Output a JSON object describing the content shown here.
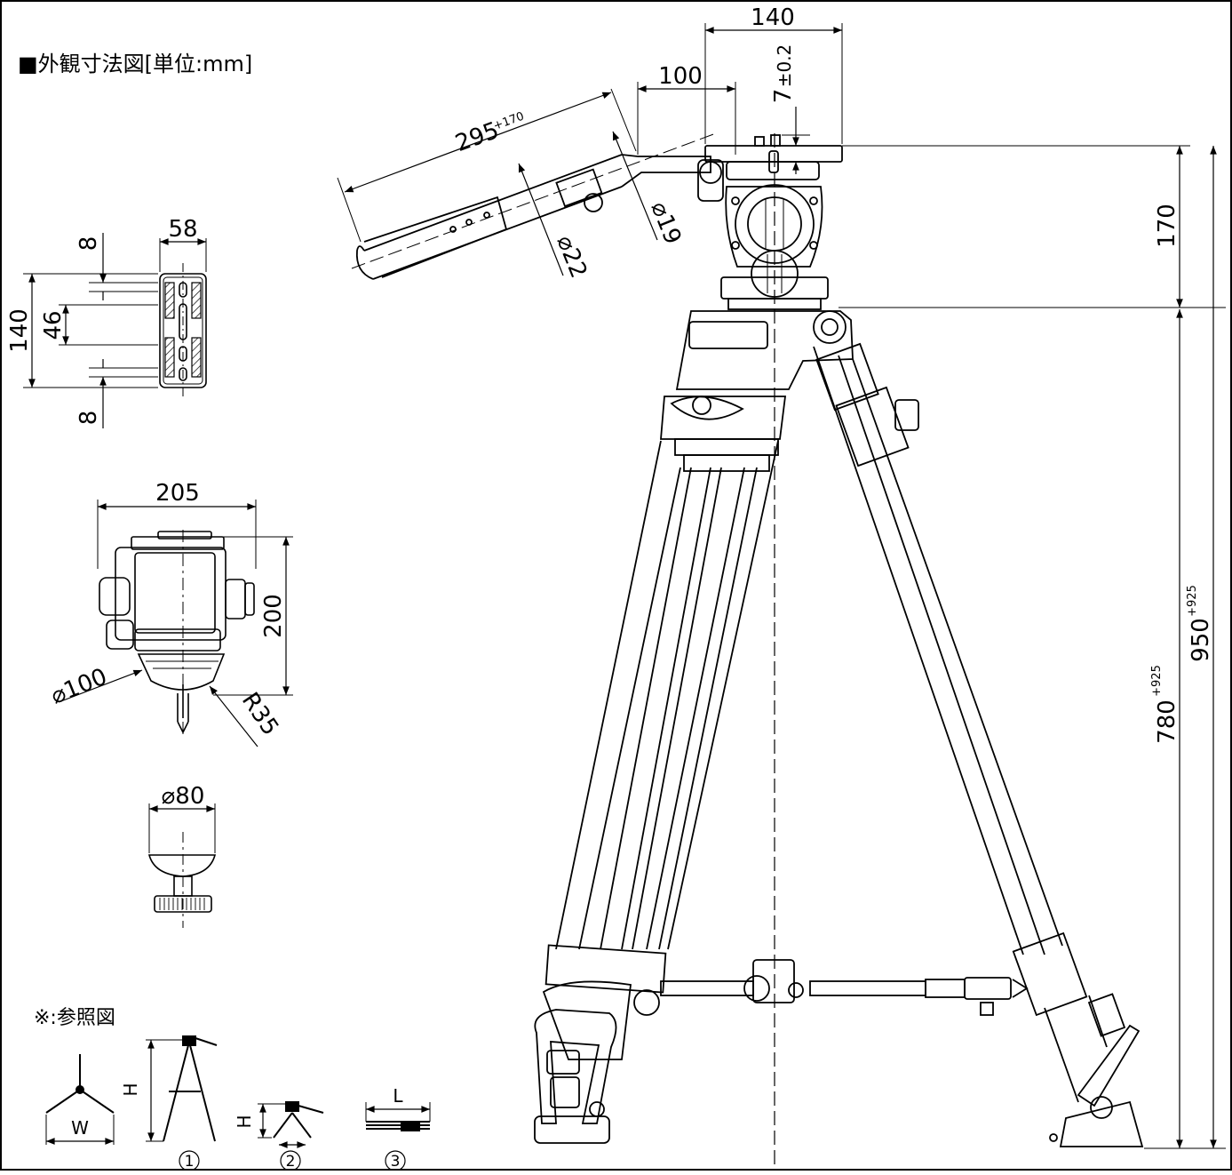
{
  "title": "■外観寸法図[単位:mm]",
  "side_view": {
    "plate_width": "140",
    "plate_offset": "100",
    "plate_thickness_value": "7",
    "plate_thickness_tol": "±0.2",
    "handle_length": "295",
    "handle_length_ext": "+170",
    "handle_dia_1": "⌀19",
    "handle_dia_2": "⌀22",
    "head_height": "170",
    "leg_height_a": "780",
    "leg_height_a_ext": "+925",
    "leg_height_b": "950",
    "leg_height_b_ext": "+925"
  },
  "plate_top_view": {
    "width": "58",
    "length": "140",
    "slot_spacing": "46",
    "end_margin_top": "8",
    "end_margin_bottom": "8"
  },
  "head_front_view": {
    "width": "205",
    "height": "200",
    "bowl_dia": "⌀100",
    "bowl_radius": "R35"
  },
  "bowl_adapter": {
    "dia": "⌀80"
  },
  "reference": {
    "heading": "※:参照図",
    "w_label": "W",
    "h_label_1": "H",
    "h_label_2": "H",
    "l_label": "L",
    "fig1": "1",
    "fig2": "2",
    "fig3": "3"
  }
}
